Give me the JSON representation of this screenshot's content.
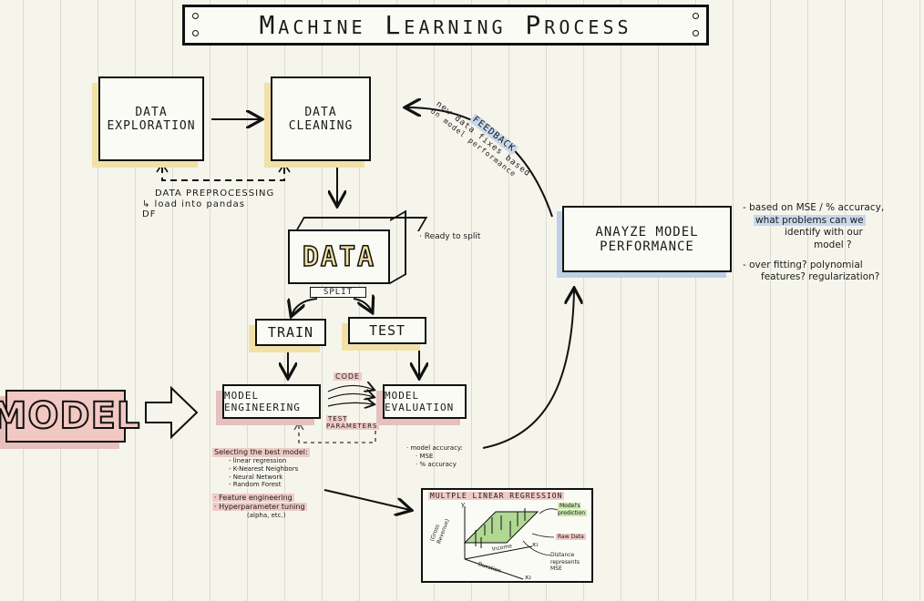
{
  "title": "Machine Learning Process",
  "boxes": {
    "exploration": "DATA EXPLORATION",
    "cleaning": "DATA CLEANING",
    "data": "DATA",
    "split": "SPLIT",
    "train": "TRAIN",
    "test": "TEST",
    "engineering": "MODEL ENGINEERING",
    "evaluation": "MODEL EVALUATION",
    "model": "MODEL",
    "analyze": "ANAYZE MODEL PERFORMANCE",
    "regression": "MULTPLE LINEAR REGRESSION"
  },
  "notes": {
    "preprocessing_title": "DATA PREPROCESSING",
    "preprocessing_detail": "↳ load into pandas DF",
    "ready": "· Ready to split",
    "feedback_title": "FEEDBACK",
    "feedback_detail1": "new data fixes based",
    "feedback_detail2": "on model performance",
    "code": "CODE",
    "test_params": "TEST PARAMETERS",
    "analyze_1": "- based on MSE / % accuracy,",
    "analyze_2": "what problems can we",
    "analyze_3": "identify with our",
    "analyze_4": "model ?",
    "analyze_5": "- over fitting? polynomial",
    "analyze_6": "features? regularization?",
    "eval_title": "· model accuracy:",
    "eval_items": [
      "· MSE",
      "· % accuracy"
    ],
    "select_title": "Selecting the best model:",
    "select_items": [
      "- linear regression",
      "- K-Nearest Neighbors",
      "- Neural Network",
      "- Random Forest"
    ],
    "feature_eng": "· Feature engineering",
    "hyper_title": "· Hyperparameter tuning",
    "hyper_detail": "(alpha, etc.)"
  },
  "regression_plot": {
    "label_y": "y",
    "label_x1": "x₁",
    "label_x2": "x₂",
    "side_label": "(Gross Revenue)",
    "axis_label_1": "Duration",
    "axis_label_2": "Income",
    "legend_1": "Model's prediction",
    "legend_2": "Raw Data",
    "legend_3": "Distance represents MSE"
  },
  "colors": {
    "yellow": "#f1e1a6",
    "red": "#e6c0bd",
    "blue": "#bcd0e6",
    "green": "#9fd07a"
  }
}
